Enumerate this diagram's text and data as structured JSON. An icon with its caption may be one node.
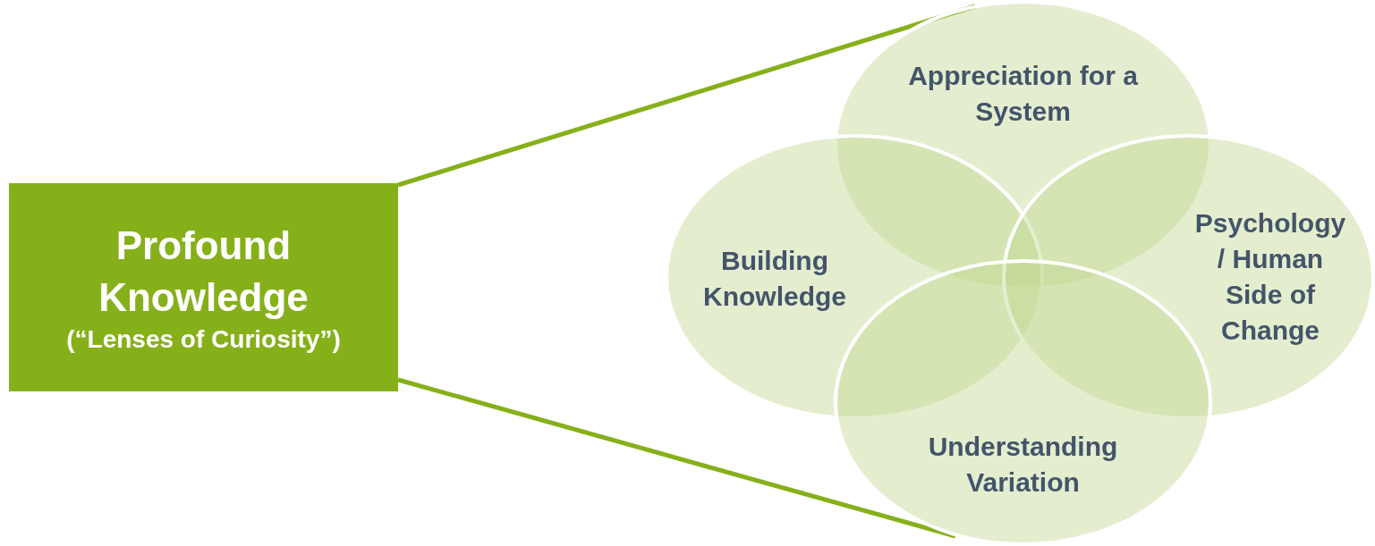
{
  "diagram": {
    "nodes": [
      {
        "text": [
          "Profound Knowledge",
          "(“Lenses of Curiosity”)"
        ]
      },
      {
        "text": [
          "Appreciation for a System"
        ]
      },
      {
        "text": [
          "Building Knowledge"
        ]
      },
      {
        "text": [
          "Psychology / Human Side of Change"
        ]
      },
      {
        "text": [
          "Understanding Variation"
        ]
      }
    ],
    "edges": [
      {
        "from": 0,
        "to": 1,
        "arrow": "none"
      },
      {
        "from": 0,
        "to": 4,
        "arrow": "none"
      }
    ]
  }
}
